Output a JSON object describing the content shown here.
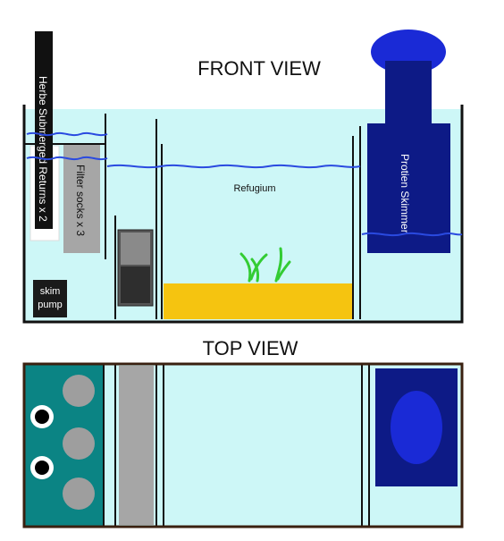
{
  "front_view": {
    "title": "FRONT VIEW",
    "returns_label": "Herbe Submerged Returns x 2",
    "filter_socks_label": "Filter socks x 3",
    "refugium_label": "Refugium",
    "skimmer_label": "Protien Skimmer",
    "skim_pump_line1": "skim",
    "skim_pump_line2": "pump"
  },
  "top_view": {
    "title": "TOP VIEW"
  },
  "colors": {
    "water": "#cdf7f7",
    "wave": "#2a4ae0",
    "sand": "#f5c410",
    "skimmer_body": "#0d1a86",
    "skimmer_cap": "#1a2ad6",
    "return_chamber": "#0b8484",
    "filter_gray": "#a6a6a6",
    "tank_frame_top": "#3a2010"
  },
  "icons": {
    "plant": "green-plant-icon",
    "return_nozzle": "return-nozzle-icon"
  }
}
